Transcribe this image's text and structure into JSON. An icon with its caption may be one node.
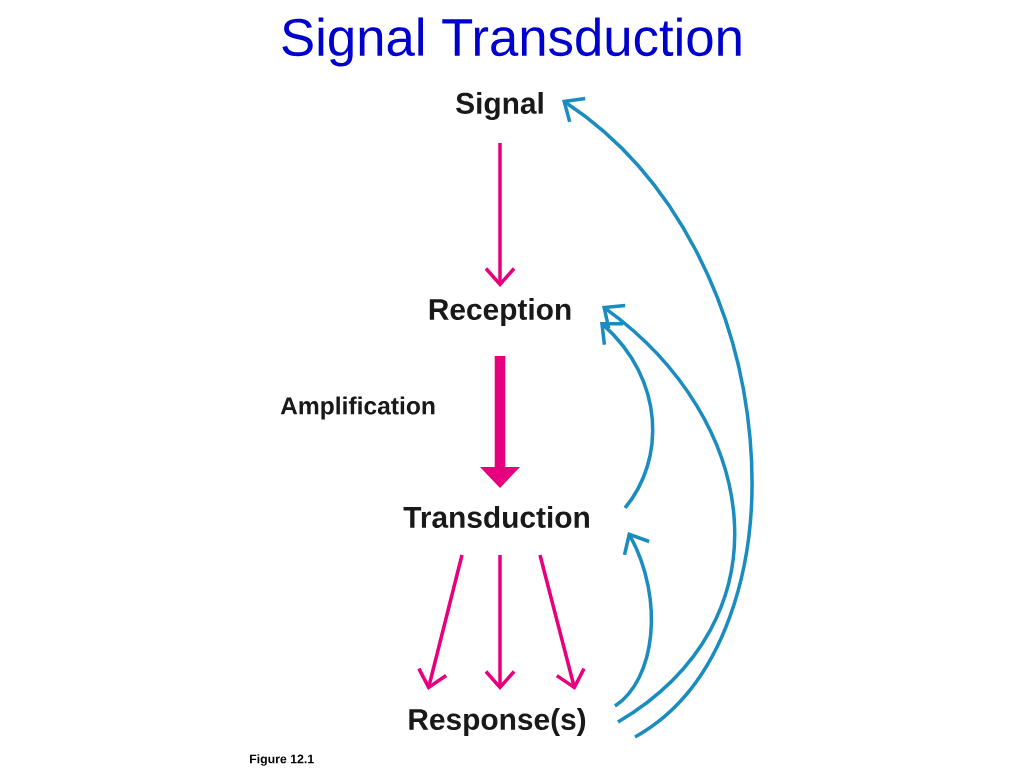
{
  "diagram": {
    "title": "Signal Transduction",
    "nodes": [
      {
        "text": [
          "Signal"
        ]
      },
      {
        "text": [
          "Reception"
        ]
      },
      {
        "text": [
          "Transduction"
        ]
      },
      {
        "text": [
          "Response(s)"
        ]
      }
    ],
    "edges": [
      {
        "from": 0,
        "to": 1,
        "arrow": "to"
      },
      {
        "from": 1,
        "to": 2,
        "arrow": "to",
        "label": "Amplification",
        "style": "thick"
      },
      {
        "from": 2,
        "to": 3,
        "arrow": "to"
      },
      {
        "from": 2,
        "to": 3,
        "arrow": "to"
      },
      {
        "from": 2,
        "to": 3,
        "arrow": "to"
      },
      {
        "from": 2,
        "to": 1,
        "arrow": "to",
        "color": "#1a8cc0"
      },
      {
        "from": 3,
        "to": 2,
        "arrow": "to",
        "color": "#1a8cc0"
      },
      {
        "from": 3,
        "to": 1,
        "arrow": "to",
        "color": "#1a8cc0"
      },
      {
        "from": 3,
        "to": 0,
        "arrow": "to",
        "color": "#1a8cc0"
      }
    ],
    "labels": [
      "Figure 12.1"
    ]
  }
}
